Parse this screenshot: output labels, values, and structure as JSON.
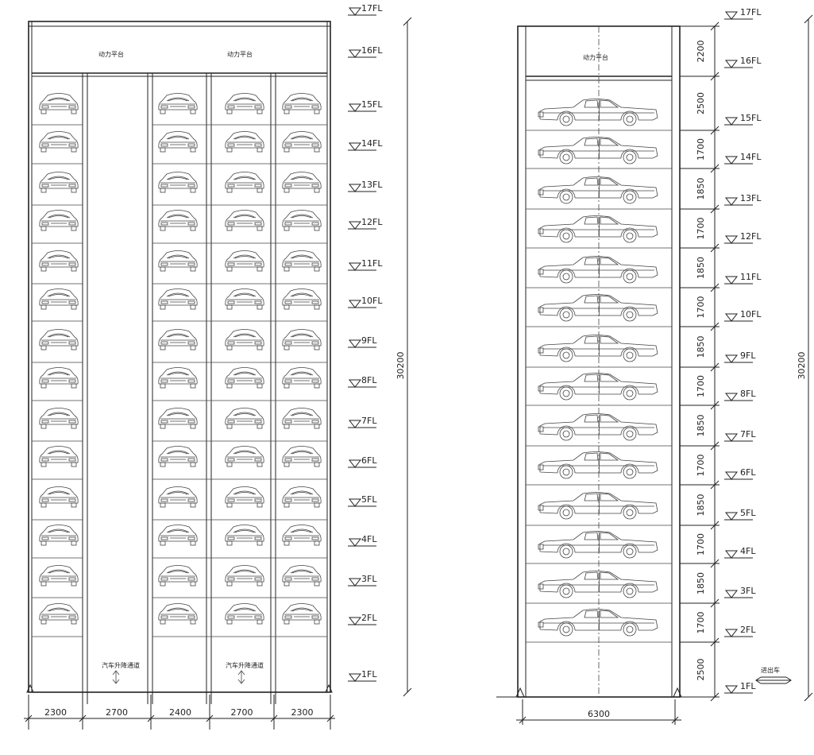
{
  "drawing": {
    "left_view": {
      "platform_label": "动力平台",
      "lift_label": "汽车升降通道",
      "total_height": "30200",
      "widths": [
        "2300",
        "2700",
        "2400",
        "2700",
        "2300"
      ],
      "floors": [
        "17FL",
        "16FL",
        "15FL",
        "14FL",
        "13FL",
        "12FL",
        "11FL",
        "10FL",
        "9FL",
        "8FL",
        "7FL",
        "6FL",
        "5FL",
        "4FL",
        "3FL",
        "2FL",
        "1FL"
      ]
    },
    "right_view": {
      "platform_label": "动力平台",
      "entry_label": "进出车",
      "total_height": "30200",
      "width": "6300",
      "levels": [
        "2200",
        "2500",
        "1700",
        "1850",
        "1700",
        "1850",
        "1700",
        "1850",
        "1700",
        "1850",
        "1700",
        "1850",
        "1700",
        "1850",
        "1700",
        "2500"
      ],
      "floors": [
        "17FL",
        "16FL",
        "15FL",
        "14FL",
        "13FL",
        "12FL",
        "11FL",
        "10FL",
        "9FL",
        "8FL",
        "7FL",
        "6FL",
        "5FL",
        "4FL",
        "3FL",
        "2FL",
        "1FL"
      ]
    }
  }
}
